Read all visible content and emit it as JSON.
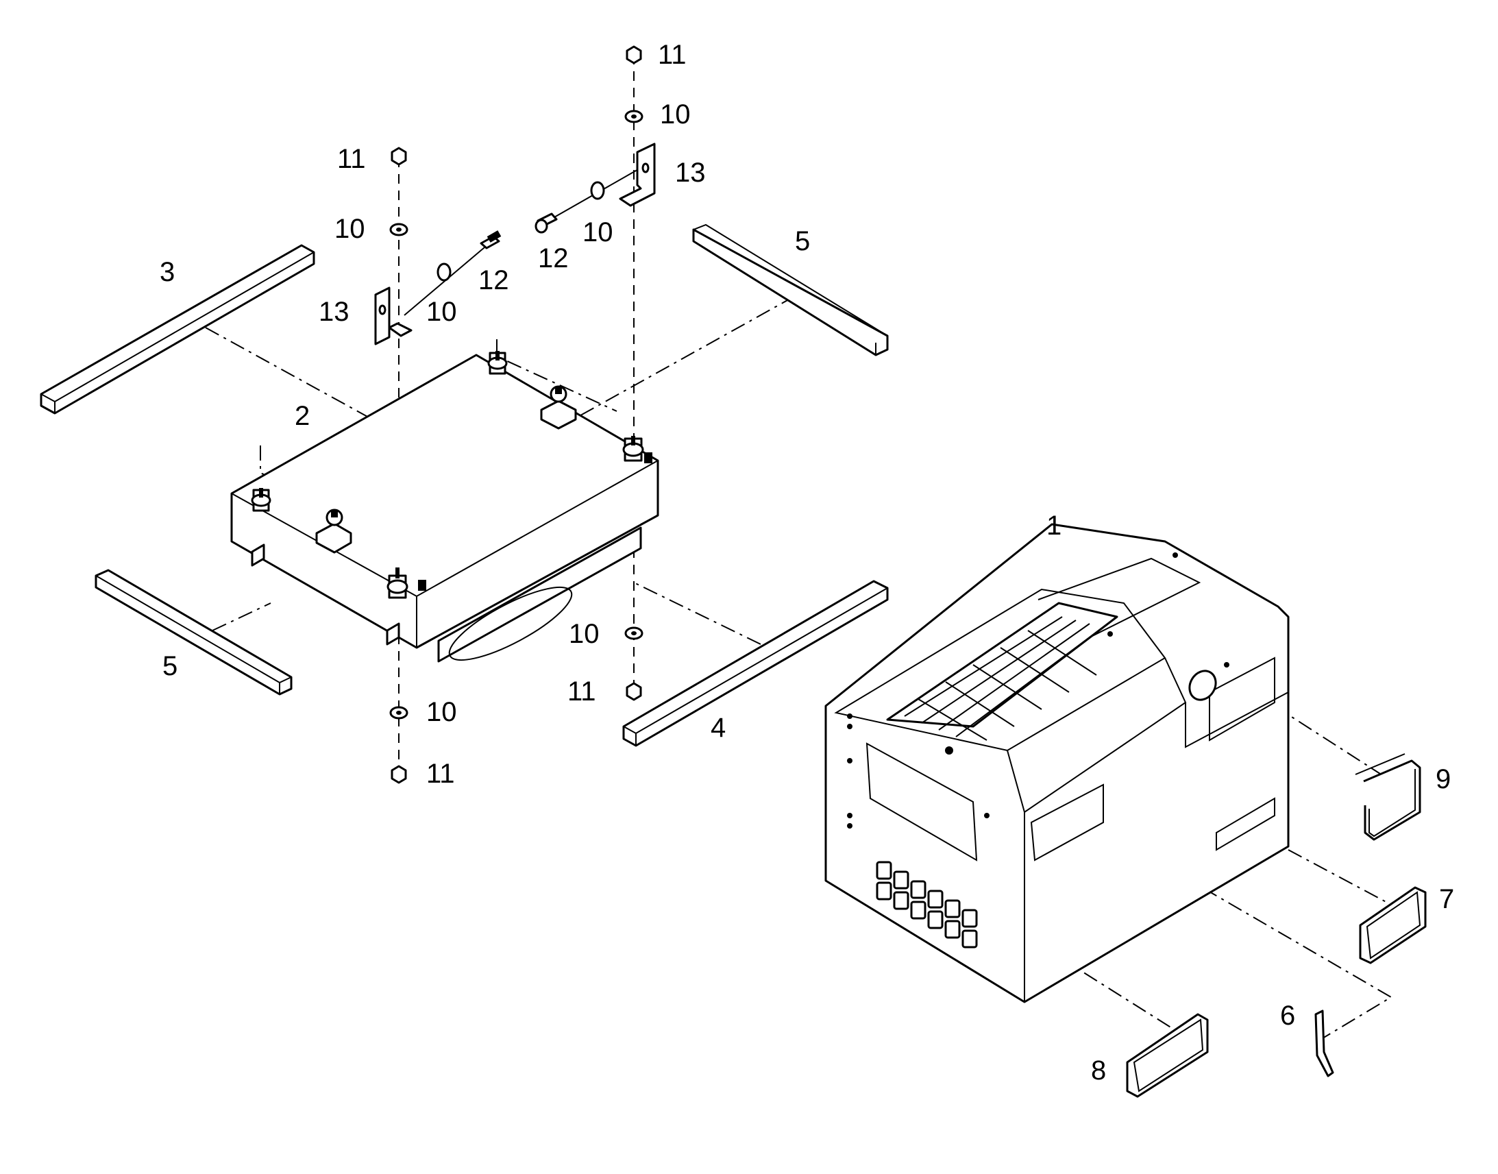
{
  "callouts": {
    "part_1": "1",
    "part_2": "2",
    "part_3": "3",
    "part_4": "4",
    "part_5a": "5",
    "part_5b": "5",
    "part_6": "6",
    "part_7": "7",
    "part_8": "8",
    "part_9": "9",
    "part_10a": "10",
    "part_10b": "10",
    "part_10c": "10",
    "part_10d": "10",
    "part_10e": "10",
    "part_10f": "10",
    "part_11a": "11",
    "part_11b": "11",
    "part_11c": "11",
    "part_11d": "11",
    "part_12a": "12",
    "part_12b": "12",
    "part_13a": "13",
    "part_13b": "13"
  }
}
